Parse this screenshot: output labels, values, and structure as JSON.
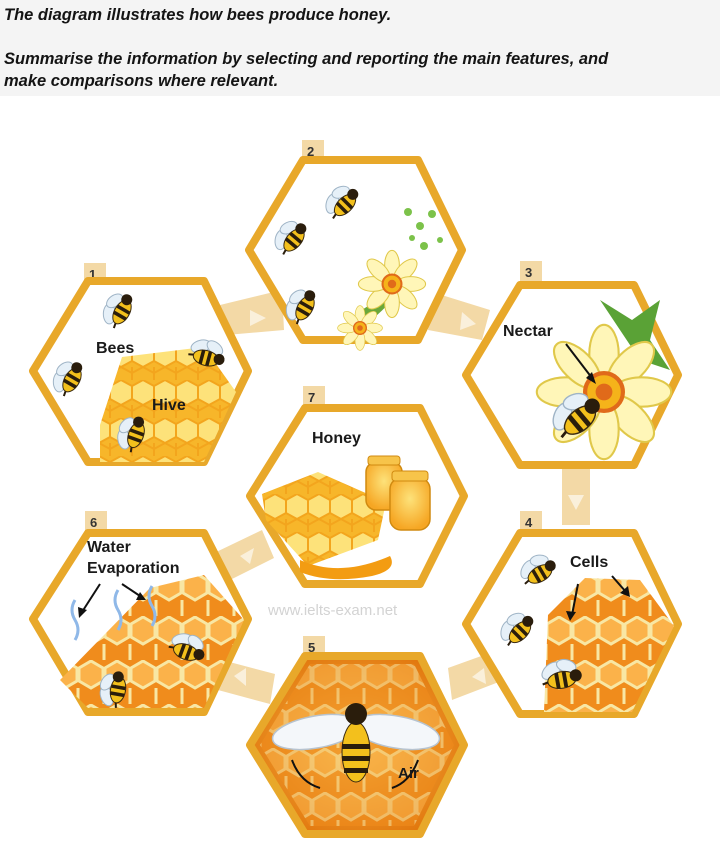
{
  "task": {
    "line1": "The diagram illustrates how bees produce honey.",
    "line2": "Summarise the information by selecting and reporting the main features, and",
    "line3": "make comparisons where relevant."
  },
  "diagram": {
    "steps": [
      {
        "number": "1",
        "labels": [
          "Bees",
          "Hive"
        ]
      },
      {
        "number": "2",
        "labels": []
      },
      {
        "number": "3",
        "labels": [
          "Nectar"
        ]
      },
      {
        "number": "4",
        "labels": [
          "Cells"
        ]
      },
      {
        "number": "5",
        "labels": [
          "Air"
        ]
      },
      {
        "number": "6",
        "labels": [
          "Water",
          "Evaporation"
        ]
      },
      {
        "number": "7",
        "labels": [
          "Honey"
        ]
      }
    ],
    "watermark": "www.ielts-exam.net",
    "colors": {
      "frame": "#e8a82a",
      "arrow": "#f3d9a6",
      "honey": "#f6a623",
      "comb_fill": "#fcd24f",
      "bee_stripe": "#f3c01c"
    }
  }
}
